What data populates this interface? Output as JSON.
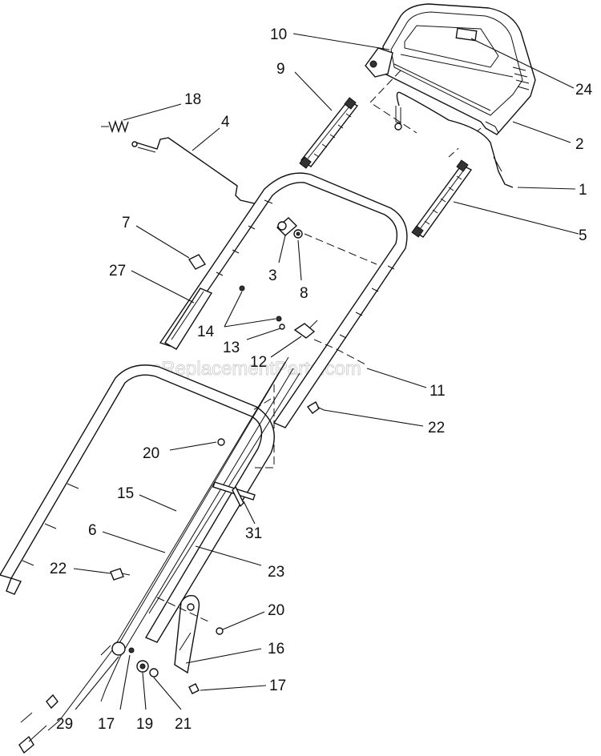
{
  "watermark": "eReplacementParts.com",
  "callouts": [
    {
      "id": "c1",
      "label": "1"
    },
    {
      "id": "c2",
      "label": "2"
    },
    {
      "id": "c3",
      "label": "3"
    },
    {
      "id": "c4",
      "label": "4"
    },
    {
      "id": "c5",
      "label": "5"
    },
    {
      "id": "c6",
      "label": "6"
    },
    {
      "id": "c7",
      "label": "7"
    },
    {
      "id": "c8",
      "label": "8"
    },
    {
      "id": "c9",
      "label": "9"
    },
    {
      "id": "c10",
      "label": "10"
    },
    {
      "id": "c11",
      "label": "11"
    },
    {
      "id": "c12",
      "label": "12"
    },
    {
      "id": "c13",
      "label": "13"
    },
    {
      "id": "c14",
      "label": "14"
    },
    {
      "id": "c15",
      "label": "15"
    },
    {
      "id": "c16",
      "label": "16"
    },
    {
      "id": "c17a",
      "label": "17"
    },
    {
      "id": "c17b",
      "label": "17"
    },
    {
      "id": "c18",
      "label": "18"
    },
    {
      "id": "c19",
      "label": "19"
    },
    {
      "id": "c20a",
      "label": "20"
    },
    {
      "id": "c20b",
      "label": "20"
    },
    {
      "id": "c21",
      "label": "21"
    },
    {
      "id": "c22a",
      "label": "22"
    },
    {
      "id": "c22b",
      "label": "22"
    },
    {
      "id": "c23",
      "label": "23"
    },
    {
      "id": "c24",
      "label": "24"
    },
    {
      "id": "c27",
      "label": "27"
    },
    {
      "id": "c29",
      "label": "29"
    },
    {
      "id": "c31",
      "label": "31"
    }
  ]
}
